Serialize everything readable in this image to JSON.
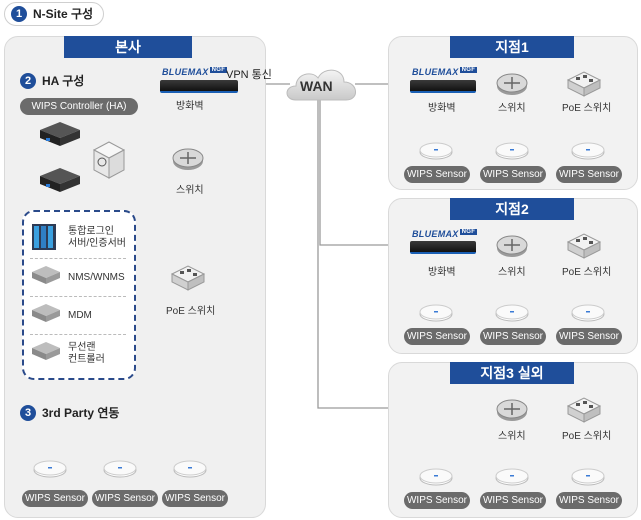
{
  "section1": {
    "num": "1",
    "label": "N-Site 구성"
  },
  "hq": {
    "title": "본사",
    "firewall_label": "방화벽",
    "vpn_label": "VPN 통신",
    "switch_label": "스위치",
    "poe_label": "PoE 스위치",
    "brand": "BLUEMAX",
    "brand_tag": "NGF",
    "ha": {
      "num": "2",
      "label": "HA 구성",
      "controller_label": "WIPS Controller (HA)"
    },
    "servers": [
      {
        "label": "통합로그인\n서버/인증서버"
      },
      {
        "label": "NMS/WNMS"
      },
      {
        "label": "MDM"
      },
      {
        "label": "무선랜\n컨트롤러"
      }
    ],
    "third_party": {
      "num": "3",
      "label": "3rd Party 연동"
    },
    "sensors": [
      "WIPS Sensor",
      "WIPS Sensor",
      "WIPS Sensor"
    ]
  },
  "wan": {
    "label": "WAN"
  },
  "branches": [
    {
      "title": "지점1",
      "firewall_label": "방화벽",
      "switch_label": "스위치",
      "poe_label": "PoE 스위치",
      "sensors": [
        "WIPS Sensor",
        "WIPS Sensor",
        "WIPS Sensor"
      ]
    },
    {
      "title": "지점2",
      "firewall_label": "방화벽",
      "switch_label": "스위치",
      "poe_label": "PoE 스위치",
      "sensors": [
        "WIPS Sensor",
        "WIPS Sensor",
        "WIPS Sensor"
      ]
    },
    {
      "title": "지점3 실외",
      "switch_label": "스위치",
      "poe_label": "PoE 스위치",
      "sensors": [
        "WIPS Sensor",
        "WIPS Sensor",
        "WIPS Sensor"
      ]
    }
  ]
}
